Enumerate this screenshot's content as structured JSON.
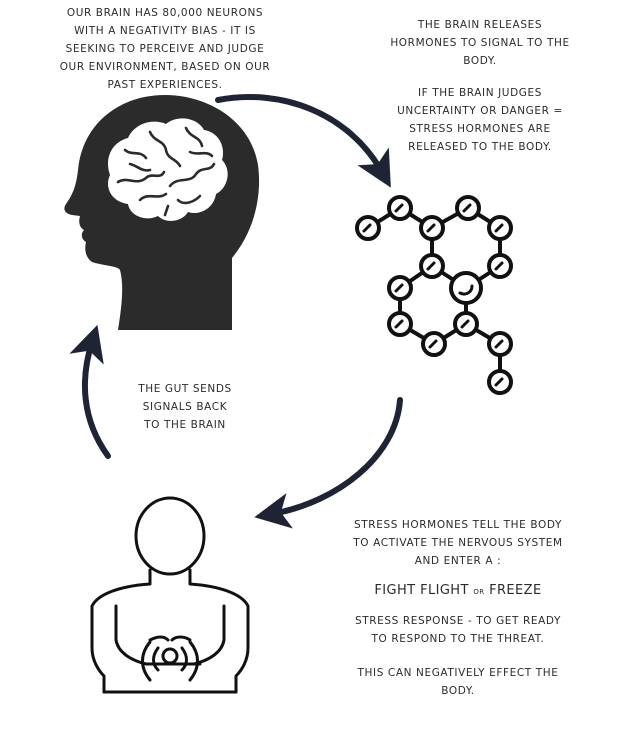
{
  "brain_text": {
    "line1": "OUR BRAIN HAS 80,000 NEURONS",
    "line2": "WITH A NEGATIVITY BIAS - IT IS",
    "line3": "SEEKING TO PERCEIVE AND JUDGE",
    "line4": "OUR ENVIRONMENT, BASED ON OUR",
    "line5": "PAST EXPERIENCES."
  },
  "hormone_text": {
    "line1": "THE BRAIN RELEASES",
    "line2": "HORMONES TO SIGNAL TO THE",
    "line3": "BODY.",
    "line4": "IF THE BRAIN JUDGES",
    "line5": "UNCERTAINTY OR DANGER =",
    "line6": "STRESS HORMONES  ARE",
    "line7": "RELEASED TO THE BODY."
  },
  "gut_text": {
    "line1": "THE GUT SENDS",
    "line2": "SIGNALS BACK",
    "line3": "TO THE BRAIN"
  },
  "stress_text": {
    "line1": "STRESS HORMONES TELL THE BODY",
    "line2": "TO ACTIVATE THE NERVOUS SYSTEM",
    "line3": "AND ENTER A :",
    "fff_fight": "FIGHT",
    "fff_flight": "FLIGHT",
    "fff_or": "or",
    "fff_freeze": "FREEZE",
    "line4": "STRESS RESPONSE - TO GET READY",
    "line5": "TO RESPOND TO THE THREAT.",
    "line6": "THIS CAN NEGATIVELY EFFECT THE",
    "line7": "BODY."
  },
  "icons": {
    "head": "head-with-brain-icon",
    "molecule": "hormone-molecule-icon",
    "body": "person-holding-stomach-icon",
    "arrows": [
      "arrow-brain-to-hormones",
      "arrow-hormones-to-body",
      "arrow-body-to-brain"
    ]
  },
  "colors": {
    "ink": "#2c2b2b",
    "arrow": "#1e2433",
    "background": "#ffffff"
  }
}
